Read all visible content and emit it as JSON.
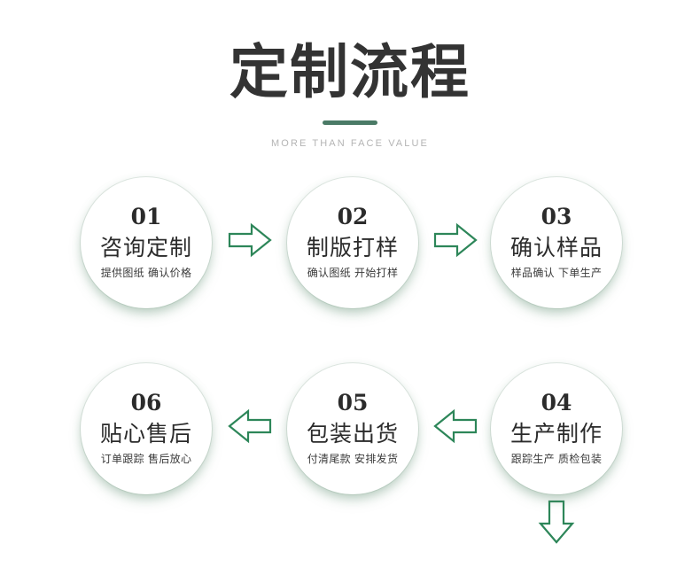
{
  "header": {
    "title": "定制流程",
    "subtitle": "MORE THAN FACE VALUE",
    "divider_color": "#4a7a66",
    "title_color": "#333333",
    "subtitle_color": "#b4b4b4"
  },
  "theme": {
    "background": "#ffffff",
    "accent_green": "#2d8659",
    "arrow_color": "#2d8659",
    "shadow_green": "#5c8c6e"
  },
  "flow": {
    "row_one": [
      {
        "number": "01",
        "title": "咨询定制",
        "desc": "提供图纸 确认价格"
      },
      {
        "number": "02",
        "title": "制版打样",
        "desc": "确认图纸 开始打样"
      },
      {
        "number": "03",
        "title": "确认样品",
        "desc": "样品确认 下单生产"
      }
    ],
    "row_two": [
      {
        "number": "06",
        "title": "贴心售后",
        "desc": "订单跟踪 售后放心"
      },
      {
        "number": "05",
        "title": "包装出货",
        "desc": "付清尾款 安排发货"
      },
      {
        "number": "04",
        "title": "生产制作",
        "desc": "跟踪生产 质检包装"
      }
    ],
    "arrows": [
      {
        "name": "arrow-right-icon",
        "direction": "right"
      },
      {
        "name": "arrow-right-icon",
        "direction": "right"
      },
      {
        "name": "arrow-down-icon",
        "direction": "down"
      },
      {
        "name": "arrow-left-icon",
        "direction": "left"
      },
      {
        "name": "arrow-left-icon",
        "direction": "left"
      }
    ]
  }
}
